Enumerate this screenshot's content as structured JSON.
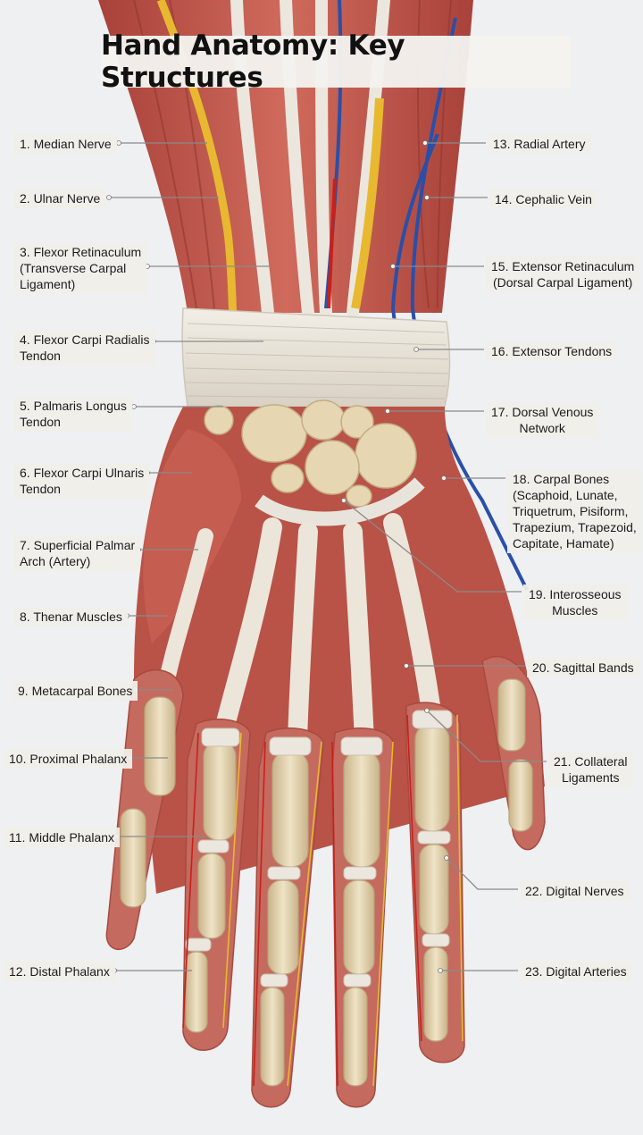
{
  "title": "Hand Anatomy: Key Structures",
  "labels": {
    "l1": "1. Median Nerve",
    "l2": "2. Ulnar Nerve",
    "l3": "3. Flexor Retinaculum\n(Transverse Carpal\nLigament)",
    "l4": "4. Flexor Carpi Radialis\nTendon",
    "l5": "5. Palmaris Longus\nTendon",
    "l6": "6. Flexor Carpi Ulnaris\nTendon",
    "l7": "7. Superficial Palmar\nArch (Artery)",
    "l8": "8. Thenar Muscles",
    "l9": "9. Metacarpal Bones",
    "l10": "10. Proximal Phalanx",
    "l11": "11. Middle Phalanx",
    "l12": "12. Distal Phalanx",
    "l13": "13. Radial Artery",
    "l14": "14. Cephalic Vein",
    "l15": "15. Extensor Retinaculum\n(Dorsal Carpal Ligament)",
    "l16": "16. Extensor Tendons",
    "l17": "17. Dorsal Venous\nNetwork",
    "l18": "18. Carpal Bones\n(Scaphoid, Lunate,\nTriquetrum, Pisiform,\nTrapezium, Trapezoid,\nCapitate, Hamate)",
    "l19": "19. Interosseous\nMuscles",
    "l20": "20. Sagittal Bands",
    "l21": "21. Collateral\nLigaments",
    "l22": "22. Digital Nerves",
    "l23": "23. Digital Arteries"
  },
  "colors": {
    "background": "#eef0f2",
    "muscle": "#c0554a",
    "tendon": "#e6e1d8",
    "bone": "#e3d2ad",
    "nerve": "#e8b830",
    "vein": "#2a4fa8",
    "artery": "#c8201c",
    "leader": "#8a8a8a"
  }
}
